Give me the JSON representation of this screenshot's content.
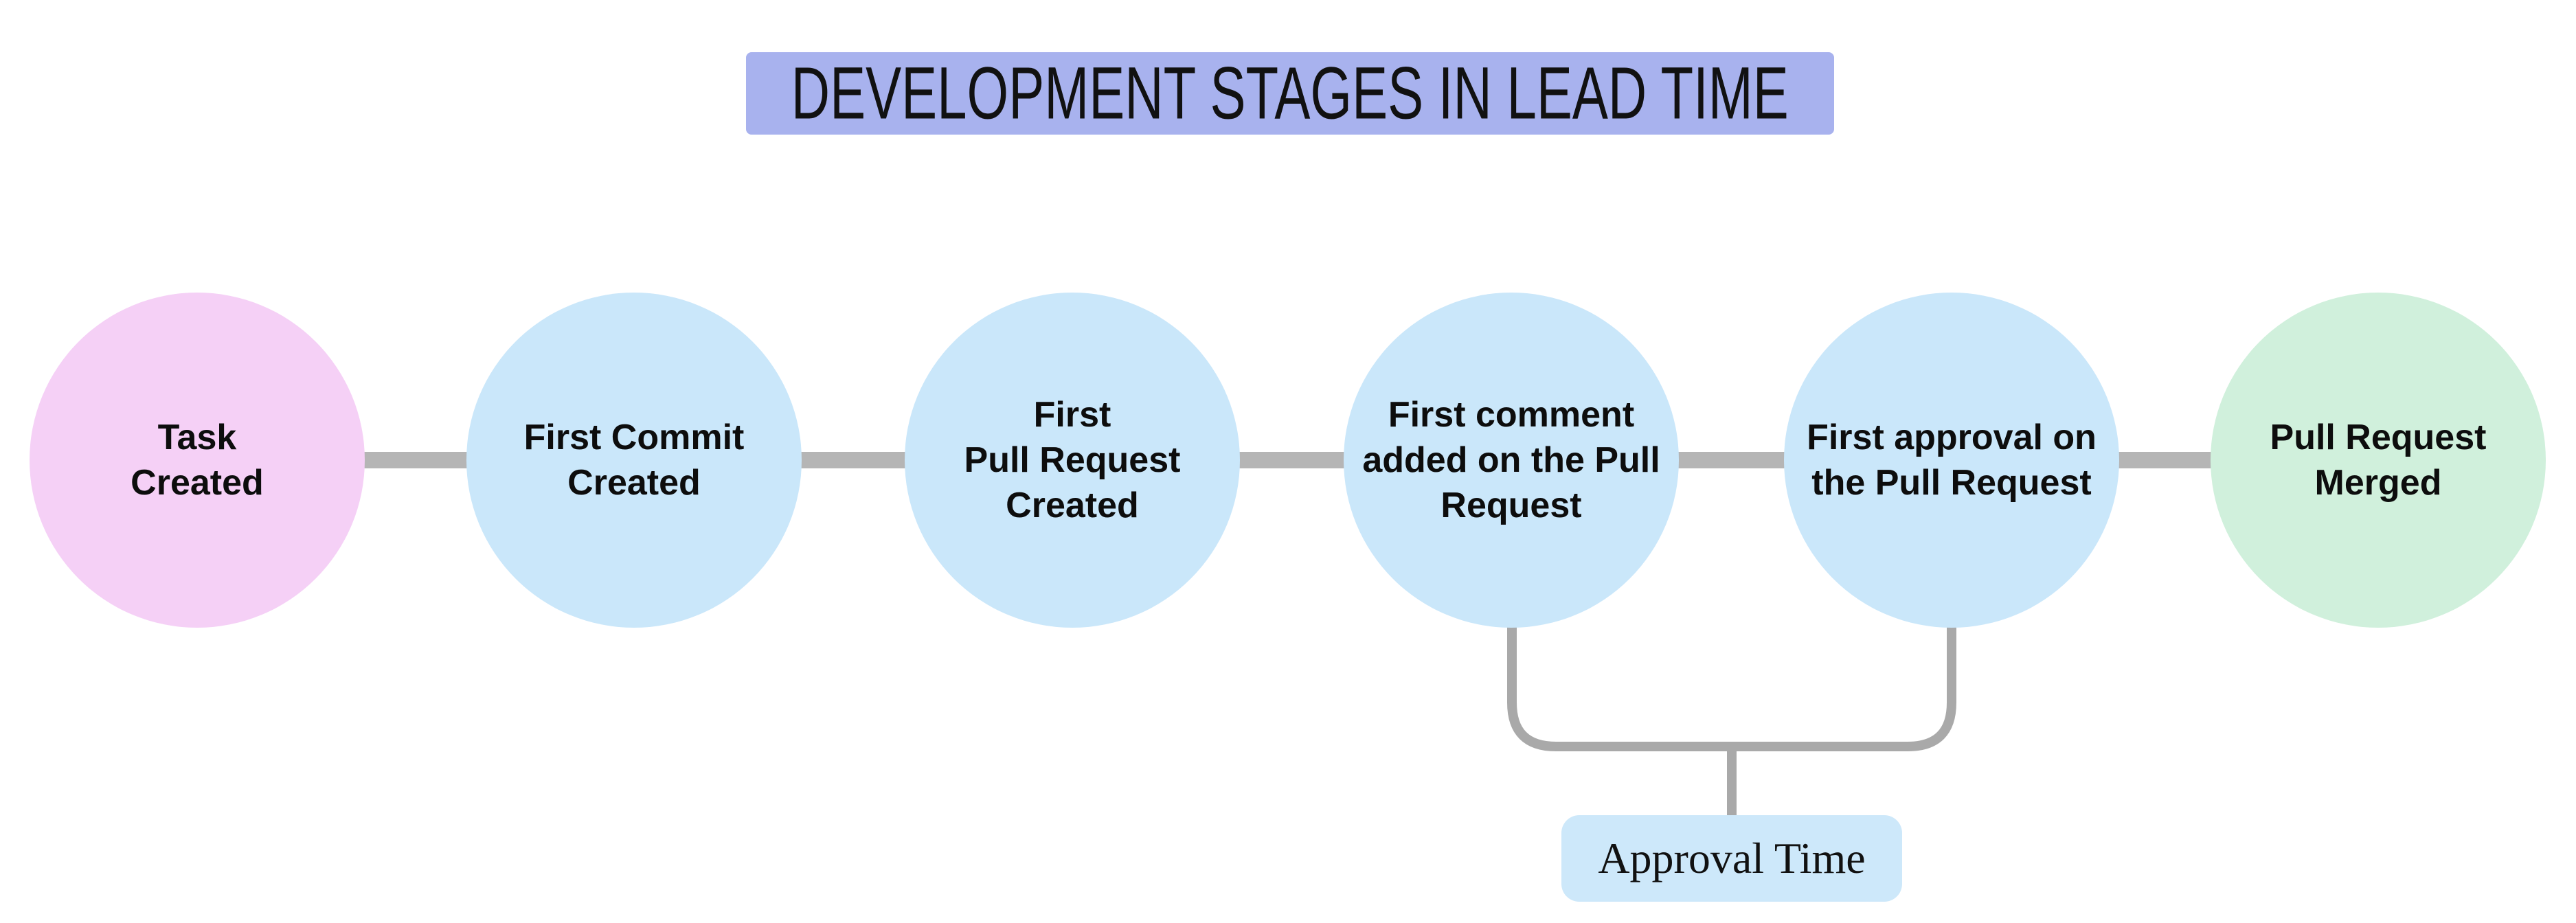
{
  "title": {
    "text": "DEVELOPMENT STAGES IN LEAD TIME",
    "background": "#a8b2ee"
  },
  "diagram": {
    "type": "linear-flow-timeline",
    "connector_color": "#b5b5b5",
    "stages": [
      {
        "label": "Task\nCreated",
        "color": "#f5d0f6",
        "role": "start"
      },
      {
        "label": "First Commit\nCreated",
        "color": "#cae7fa",
        "role": "middle"
      },
      {
        "label": "First\nPull Request\nCreated",
        "color": "#cae7fa",
        "role": "middle"
      },
      {
        "label": "First comment\nadded on the Pull\nRequest",
        "color": "#cae7fa",
        "role": "middle"
      },
      {
        "label": "First approval on\nthe Pull Request",
        "color": "#cae7fa",
        "role": "middle"
      },
      {
        "label": "Pull Request\nMerged",
        "color": "#d0f0dc",
        "role": "end"
      }
    ],
    "bracket": {
      "label": "Approval Time",
      "spans_stages": [
        "First comment added on the Pull Request",
        "First approval on the Pull Request"
      ],
      "line_color": "#a9a9a9",
      "label_background": "#cde8fa"
    }
  }
}
